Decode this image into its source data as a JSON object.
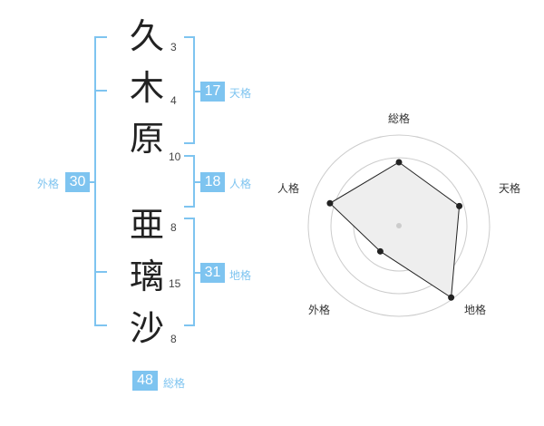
{
  "name": {
    "characters": [
      {
        "char": "久",
        "strokes": "3"
      },
      {
        "char": "木",
        "strokes": "4"
      },
      {
        "char": "原",
        "strokes": "10"
      },
      {
        "char": "亜",
        "strokes": "8"
      },
      {
        "char": "璃",
        "strokes": "15"
      },
      {
        "char": "沙",
        "strokes": "8"
      }
    ]
  },
  "fortune": {
    "tenkaku": {
      "value": "17",
      "label": "天格"
    },
    "jinkaku": {
      "value": "18",
      "label": "人格"
    },
    "chikaku": {
      "value": "31",
      "label": "地格"
    },
    "gaikaku": {
      "value": "30",
      "label": "外格"
    },
    "soukaku": {
      "value": "48",
      "label": "総格"
    }
  },
  "radar": {
    "axes": [
      "総格",
      "天格",
      "地格",
      "外格",
      "人格"
    ],
    "levels": [
      0.7,
      0.7,
      0.98,
      0.35,
      0.8
    ],
    "colors": {
      "fill": "#eeeeee",
      "stroke": "#222222",
      "ring": "#cccccc"
    }
  },
  "colors": {
    "accent": "#7ec4f0"
  }
}
